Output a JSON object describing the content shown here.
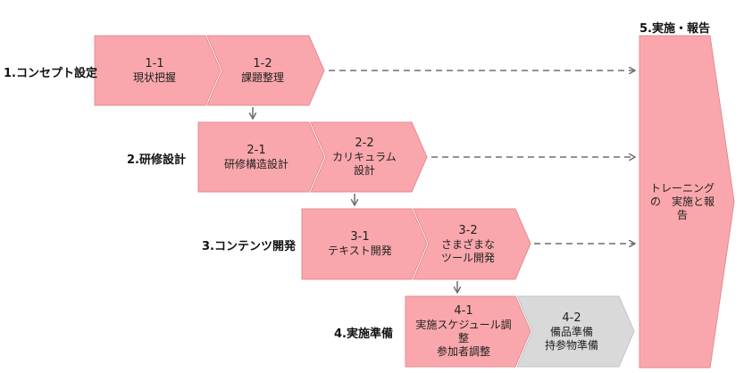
{
  "colors": {
    "pink": "#F9A7AC",
    "pink_stroke": "#E48C93",
    "gray": "#D9D9D9",
    "gray_stroke": "#C4C4C4",
    "arrow": "#6E6E6E"
  },
  "phases": [
    {
      "label": "1.コンセプト設定"
    },
    {
      "label": "2.研修設計"
    },
    {
      "label": "3.コンテンツ開発"
    },
    {
      "label": "4.実施準備"
    }
  ],
  "steps": [
    {
      "num": "1-1",
      "lines": [
        "現状把握"
      ]
    },
    {
      "num": "1-2",
      "lines": [
        "課題整理"
      ]
    },
    {
      "num": "2-1",
      "lines": [
        "研修構造設計"
      ]
    },
    {
      "num": "2-2",
      "lines": [
        "カリキュラム",
        "設計"
      ]
    },
    {
      "num": "3-1",
      "lines": [
        "テキスト開発"
      ]
    },
    {
      "num": "3-2",
      "lines": [
        "さまざまな",
        "ツール開発"
      ]
    },
    {
      "num": "4-1",
      "lines": [
        "実施スケジュール調",
        "整",
        "参加者調整"
      ]
    },
    {
      "num": "4-2",
      "lines": [
        "備品準備",
        "持参物準備"
      ]
    }
  ],
  "final": {
    "title": "5.実施・報告",
    "lines": [
      "トレーニング",
      "の　実施と報",
      "告"
    ]
  }
}
